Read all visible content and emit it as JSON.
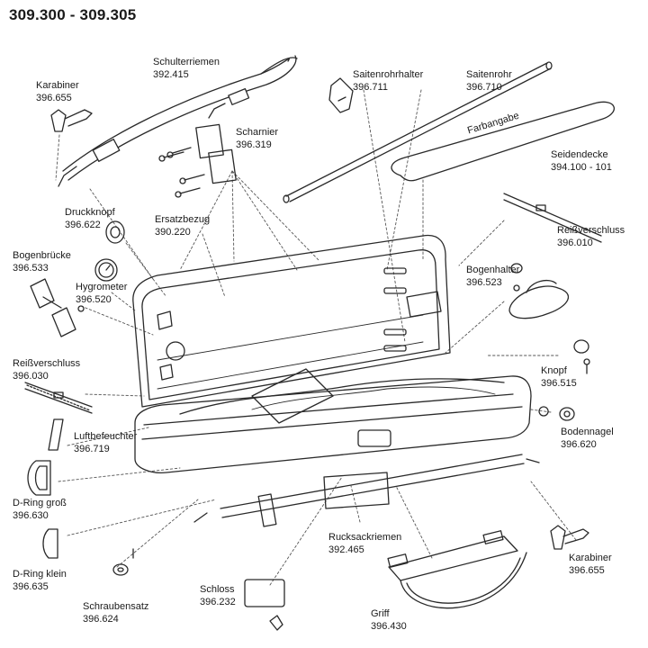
{
  "title": "309.300 - 309.305",
  "farbangabe": "Farbangabe",
  "parts": [
    {
      "id": "karabiner-left",
      "name": "Karabiner",
      "number": "396.655"
    },
    {
      "id": "schulterriemen",
      "name": "Schulterriemen",
      "number": "392.415"
    },
    {
      "id": "saitenrohrhalter",
      "name": "Saitenrohrhalter",
      "number": "396.711"
    },
    {
      "id": "saitenrohr",
      "name": "Saitenrohr",
      "number": "396.710"
    },
    {
      "id": "scharnier",
      "name": "Scharnier",
      "number": "396.319"
    },
    {
      "id": "seidendecke",
      "name": "Seidendecke",
      "number": "394.100 - 101"
    },
    {
      "id": "druckknopf",
      "name": "Druckknopf",
      "number": "396.622"
    },
    {
      "id": "ersatzbezug",
      "name": "Ersatzbezug",
      "number": "390.220"
    },
    {
      "id": "reissverschluss-right",
      "name": "Reißverschluss",
      "number": "396.010"
    },
    {
      "id": "bogenbruecke",
      "name": "Bogenbrücke",
      "number": "396.533"
    },
    {
      "id": "hygrometer",
      "name": "Hygrometer",
      "number": "396.520"
    },
    {
      "id": "bogenhalter",
      "name": "Bogenhalter",
      "number": "396.523"
    },
    {
      "id": "reissverschluss-left",
      "name": "Reißverschluss",
      "number": "396.030"
    },
    {
      "id": "knopf",
      "name": "Knopf",
      "number": "396.515"
    },
    {
      "id": "luftbefeuchter",
      "name": "Luftbefeuchter",
      "number": "396.719"
    },
    {
      "id": "bodennagel",
      "name": "Bodennagel",
      "number": "396.620"
    },
    {
      "id": "dring-gross",
      "name": "D-Ring groß",
      "number": "396.630"
    },
    {
      "id": "rucksackriemen",
      "name": "Rucksackriemen",
      "number": "392.465"
    },
    {
      "id": "karabiner-right",
      "name": "Karabiner",
      "number": "396.655"
    },
    {
      "id": "dring-klein",
      "name": "D-Ring klein",
      "number": "396.635"
    },
    {
      "id": "schraubensatz",
      "name": "Schraubensatz",
      "number": "396.624"
    },
    {
      "id": "schloss",
      "name": "Schloss",
      "number": "396.232"
    },
    {
      "id": "griff",
      "name": "Griff",
      "number": "396.430"
    }
  ]
}
